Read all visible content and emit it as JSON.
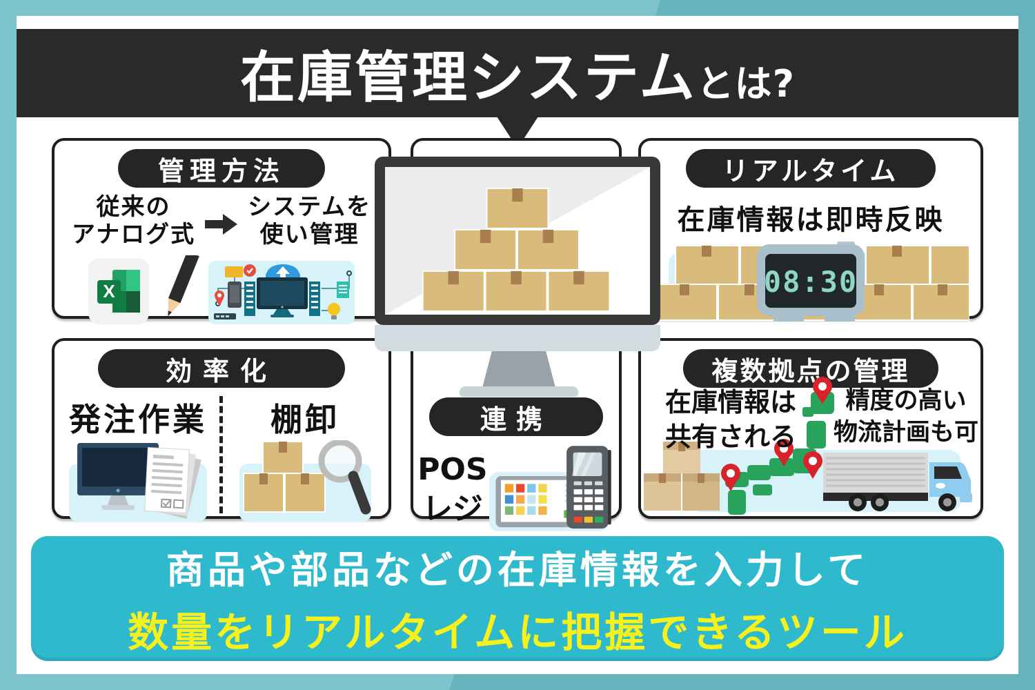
{
  "header": {
    "title_main": "在庫管理システム",
    "title_suffix": "とは?"
  },
  "panels": {
    "management": {
      "badge": "管理方法",
      "before_line1": "従来の",
      "before_line2": "アナログ式",
      "after_line1": "システムを",
      "after_line2": "使い管理",
      "excel_letter": "X"
    },
    "realtime": {
      "badge": "リアルタイム",
      "caption": "在庫情報は即時反映",
      "clock_time": "08:30"
    },
    "efficiency": {
      "badge": "効率化",
      "left_label": "発注作業",
      "right_label": "棚卸"
    },
    "integration": {
      "badge": "連携",
      "label_line1": "POS",
      "label_line2": "レジ"
    },
    "multisite": {
      "badge": "複数拠点の管理",
      "left_line1": "在庫情報は",
      "left_line2": "共有される",
      "right_line1": "精度の高い",
      "right_line2": "物流計画も可"
    }
  },
  "footer": {
    "line1": "商品や部品などの在庫情報を入力して",
    "line2": "数量をリアルタイムに把握できるツール"
  },
  "colors": {
    "frame_teal_light": "#7cc3cc",
    "frame_teal_dark": "#66b4be",
    "header_black": "#2a2a2a",
    "panel_border": "#1f1f1f",
    "banner_cyan": "#2eb9cd",
    "banner_text_white": "#ffffff",
    "banner_text_yellow": "#f6f11c",
    "illustration_bg_cyan": "#d7f3f9",
    "box_tan": "#d9bb7c",
    "box_tape_brown": "#a97f4f",
    "map_green": "#27a35b",
    "pin_red": "#d8232a",
    "clock_digit_teal": "#8ed6c3",
    "truck_cab_blue": "#8ecdf0",
    "excel_green": "#21a366"
  }
}
